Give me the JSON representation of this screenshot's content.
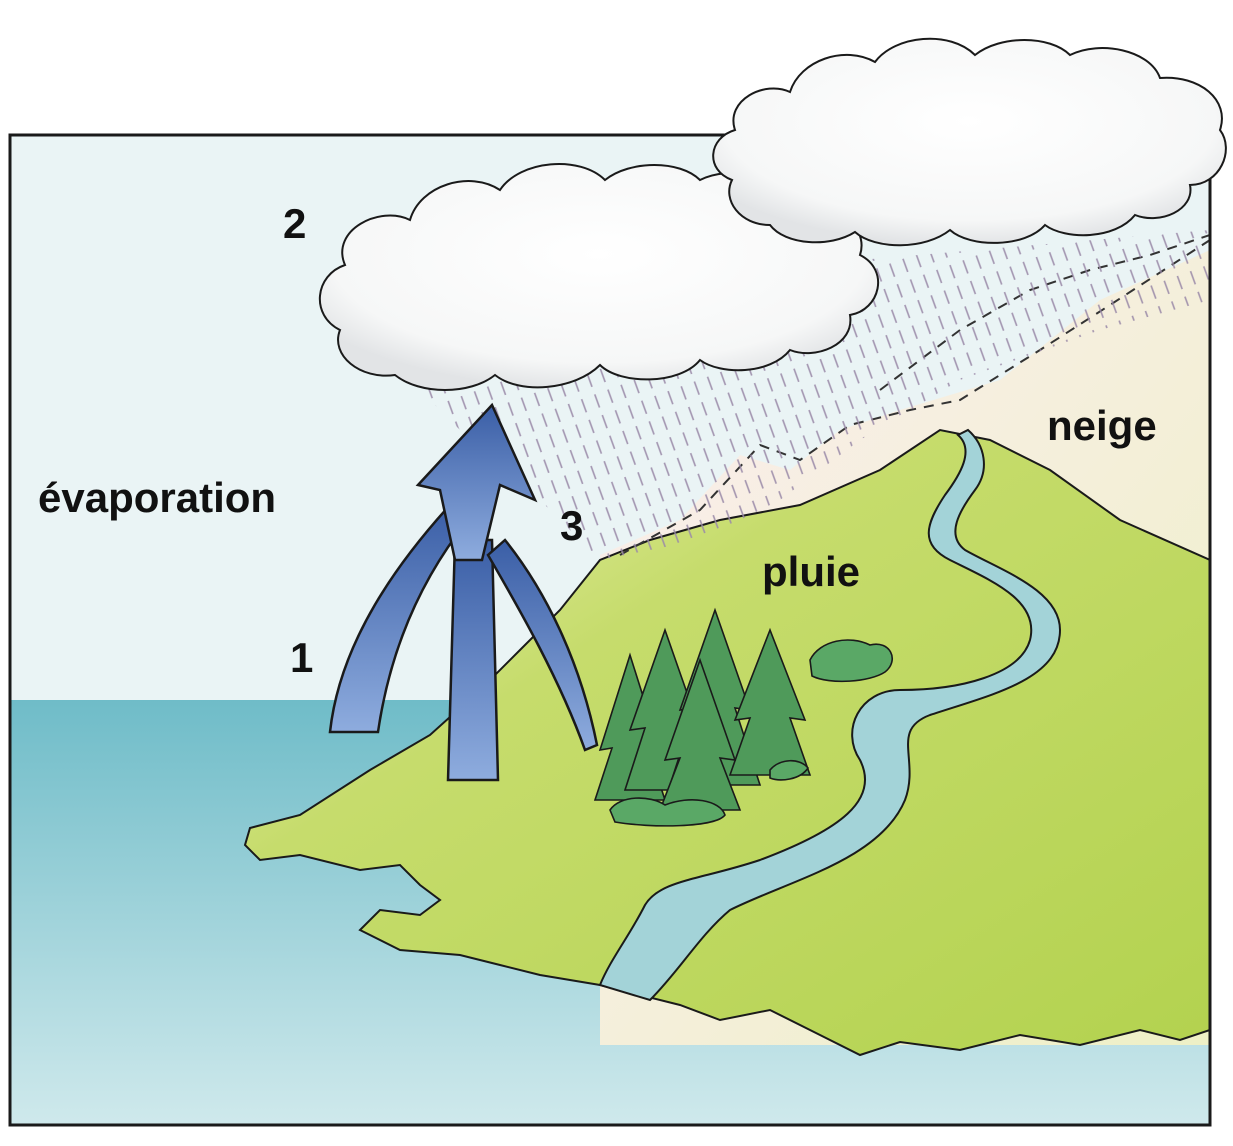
{
  "labels": {
    "evaporation": "évaporation",
    "step_1": "1",
    "step_2": "2",
    "step_3": "3",
    "rain": "pluie",
    "snow": "neige"
  },
  "colors": {
    "sky": "#eaf4f5",
    "sea": "#7fc3cc",
    "land": "#b9d65a",
    "land_light": "#e7eeb0",
    "snow_pink": "#f6e6e8",
    "river": "#9dd0d6",
    "arrow": "#4b6db0",
    "arrow_light": "#7f9fd3",
    "tree": "#4f9a5a",
    "cloud": "#ffffff",
    "outline": "#1a1a1a"
  },
  "icons": [
    "cloud-icon",
    "evaporation-arrow-icon",
    "tree-icon",
    "river-icon"
  ]
}
